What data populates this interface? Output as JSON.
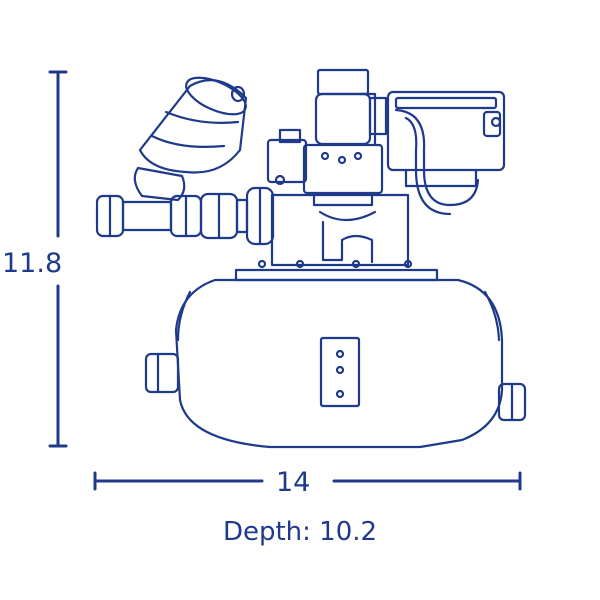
{
  "colors": {
    "line": "#1f3a8a",
    "background": "#ffffff"
  },
  "dimensions": {
    "height": "11.8",
    "width": "14",
    "depth": "Depth: 10.2"
  }
}
